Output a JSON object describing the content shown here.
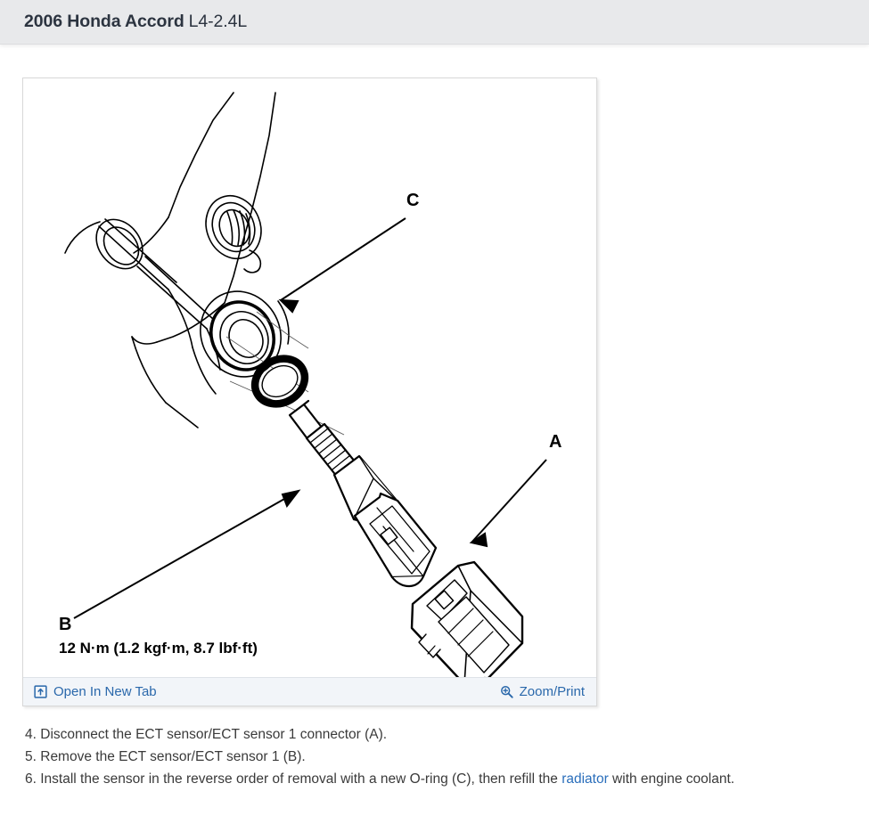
{
  "header": {
    "vehicle_make_model": "2006 Honda Accord",
    "engine": "L4-2.4L"
  },
  "figure": {
    "toolbar": {
      "open_new_tab_label": "Open In New Tab",
      "open_new_tab_icon": "external-link-icon",
      "zoom_print_label": "Zoom/Print",
      "zoom_print_icon": "magnifier-plus-icon"
    },
    "diagram": {
      "type": "exploded-parts-line-drawing",
      "subject": "ECT sensor / ECT sensor 1 installation",
      "callouts": [
        {
          "id": "A",
          "label": "A",
          "points_to": "ECT sensor connector"
        },
        {
          "id": "B",
          "label": "B",
          "points_to": "ECT sensor body"
        },
        {
          "id": "C",
          "label": "C",
          "points_to": "O-ring"
        }
      ],
      "torque_spec": "12 N·m (1.2 kgf·m, 8.7 lbf·ft)",
      "line_color": "#000000",
      "background_color": "#ffffff"
    }
  },
  "steps": [
    {
      "number": "4.",
      "text_before": " Disconnect the ECT sensor/ECT sensor 1 connector (A).",
      "link": "",
      "text_after": ""
    },
    {
      "number": "5.",
      "text_before": " Remove the ECT sensor/ECT sensor 1 (B).",
      "link": "",
      "text_after": ""
    },
    {
      "number": "6.",
      "text_before": " Install the sensor in the reverse order of removal with a new O-ring (C), then refill the ",
      "link": "radiator",
      "text_after": " with engine coolant."
    }
  ],
  "colors": {
    "header_bg": "#e8e9eb",
    "header_text": "#2c3440",
    "link_blue": "#2a6ebb",
    "toolbar_bg": "#f2f5f9",
    "body_text": "#3a3a3a"
  }
}
